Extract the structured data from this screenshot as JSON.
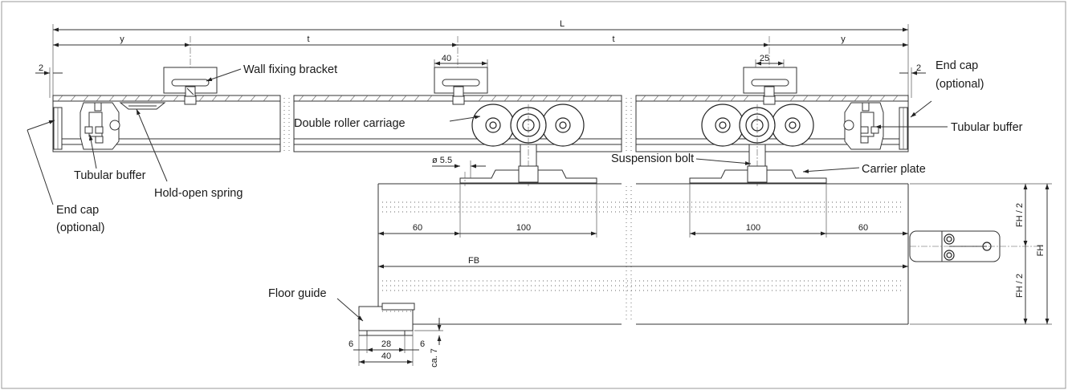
{
  "labels": {
    "wall_fixing_bracket": "Wall fixing bracket",
    "end_cap_right_1": "End cap",
    "end_cap_right_2": "(optional)",
    "double_roller_carriage": "Double roller carriage",
    "tubular_buffer_right": "Tubular buffer",
    "tubular_buffer_left": "Tubular buffer",
    "hold_open_spring": "Hold-open spring",
    "suspension_bolt": "Suspension bolt",
    "carrier_plate": "Carrier plate",
    "end_cap_left_1": "End cap",
    "end_cap_left_2": "(optional)",
    "floor_guide": "Floor guide"
  },
  "dimensions": {
    "L": "L",
    "y_left": "y",
    "t_left": "t",
    "t_right": "t",
    "y_right": "y",
    "gap_left": "2",
    "gap_right": "2",
    "bracket_40": "40",
    "bracket_25": "25",
    "bolt_dia": "ø 5.5",
    "left_60": "60",
    "left_100": "100",
    "right_100": "100",
    "right_60": "60",
    "FB": "FB",
    "FH": "FH",
    "FH_half_top": "FH / 2",
    "FH_half_bottom": "FH / 2",
    "guide_6_left": "6",
    "guide_28": "28",
    "guide_6_right": "6",
    "guide_40": "40",
    "guide_ca7": "ca. 7"
  }
}
